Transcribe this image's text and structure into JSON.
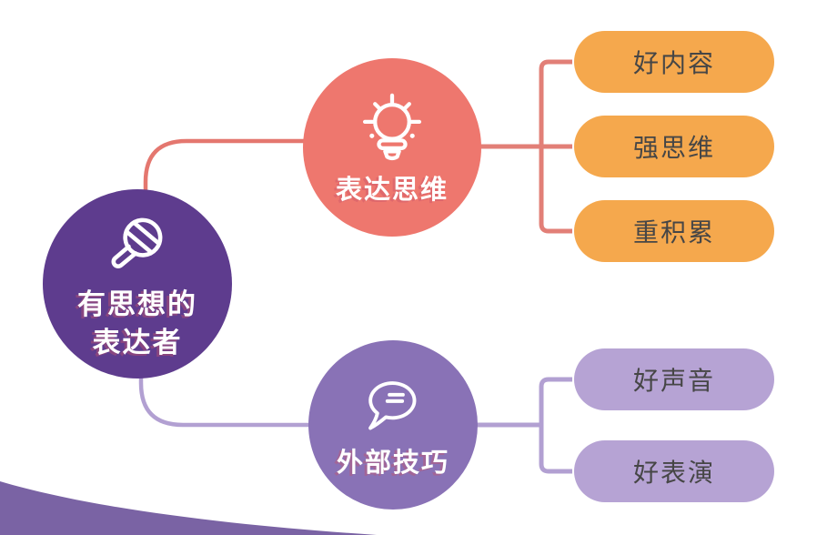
{
  "diagram": {
    "type": "mindmap",
    "root": {
      "label_lines": [
        "有思想的",
        "表达者"
      ],
      "icon": "microphone-icon",
      "color": "#5E3C8E"
    },
    "branches": [
      {
        "label": "表达思维",
        "icon": "lightbulb-icon",
        "color": "#EE776E",
        "connector_color": "#E27F77",
        "children": [
          {
            "label": "好内容",
            "color": "#F5A84D"
          },
          {
            "label": "强思维",
            "color": "#F5A84D"
          },
          {
            "label": "重积累",
            "color": "#F5A84D"
          }
        ]
      },
      {
        "label": "外部技巧",
        "icon": "speech-bubble-icon",
        "color": "#8972B6",
        "connector_color": "#B2A0D2",
        "children": [
          {
            "label": "好声音",
            "color": "#B6A3D4"
          },
          {
            "label": "好表演",
            "color": "#B6A3D4"
          }
        ]
      }
    ],
    "decor": {
      "corner_wave_color": "#7A63A4"
    },
    "pill_text_color": "#464646",
    "label_text_color": "#FFFFFF"
  }
}
